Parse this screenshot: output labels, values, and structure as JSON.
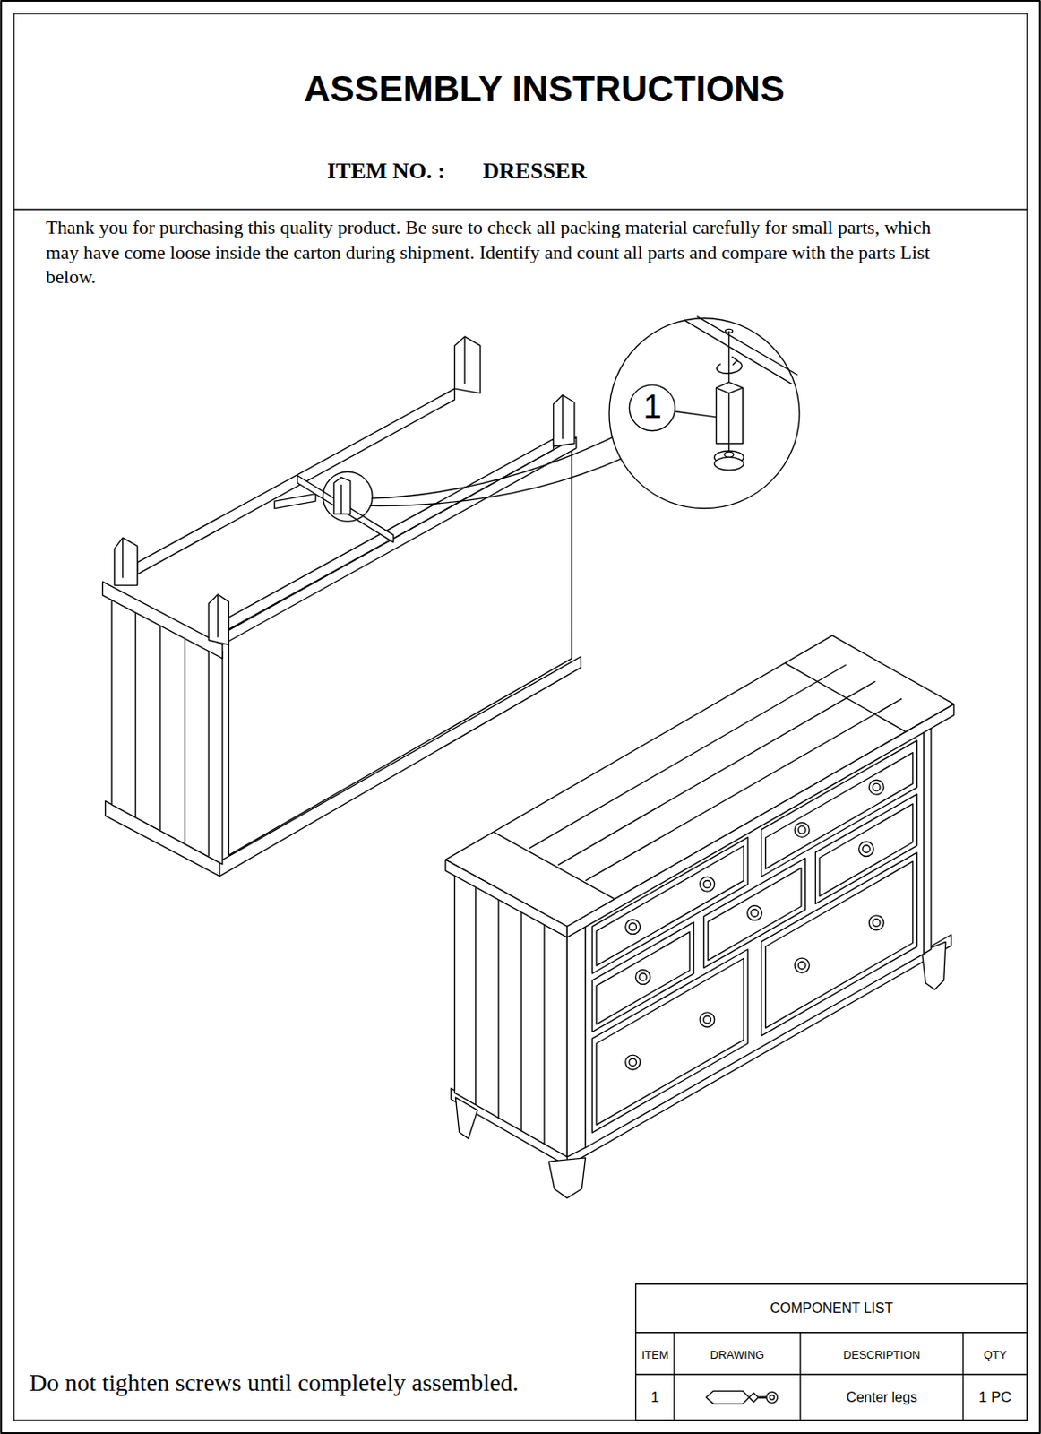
{
  "diagram": {
    "title": "ASSEMBLY INSTRUCTIONS",
    "labels": [
      "ITEM NO. :",
      "DRESSER",
      "Thank you for purchasing this quality product. Be sure to check all packing material carefully for small parts, which may have come loose inside the carton during shipment. Identify and count all parts and compare with the parts List below.",
      "1",
      "COMPONENT LIST",
      "ITEM",
      "DRAWING",
      "DESCRIPTION",
      "QTY",
      "1",
      "Center legs",
      "1 PC",
      "Do not tighten screws until completely assembled."
    ]
  }
}
